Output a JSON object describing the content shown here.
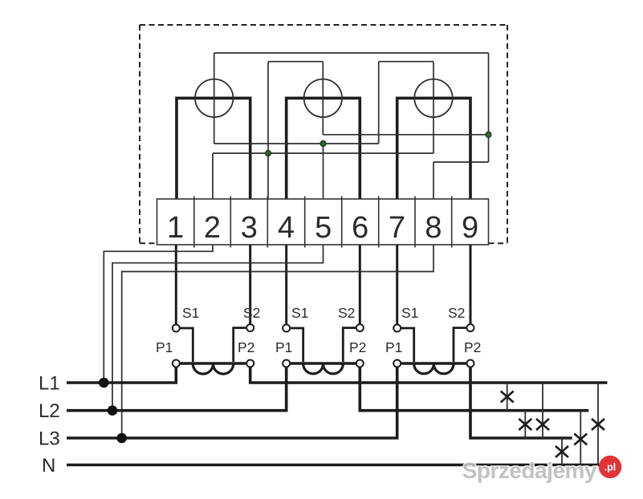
{
  "meter": {
    "description": "three-phase energy meter terminal block",
    "terminals": [
      "1",
      "2",
      "3",
      "4",
      "5",
      "6",
      "7",
      "8",
      "9"
    ]
  },
  "transformers": [
    {
      "s1": "S1",
      "s2": "S2",
      "p1": "P1",
      "p2": "P2"
    },
    {
      "s1": "S1",
      "s2": "S2",
      "p1": "P1",
      "p2": "P2"
    },
    {
      "s1": "S1",
      "s2": "S2",
      "p1": "P1",
      "p2": "P2"
    }
  ],
  "lines": {
    "l1": "L1",
    "l2": "L2",
    "l3": "L3",
    "n": "N"
  },
  "watermark": {
    "name": "Sprzedajemy",
    "domain": ".pl"
  },
  "colors": {
    "wire_thick": "#1c1c1c",
    "wire_thin": "#2e2e2e",
    "junction_green": "#356035",
    "junction_black": "#111111",
    "watermark_gray": "#bdbdbd",
    "watermark_red": "#e23338"
  }
}
